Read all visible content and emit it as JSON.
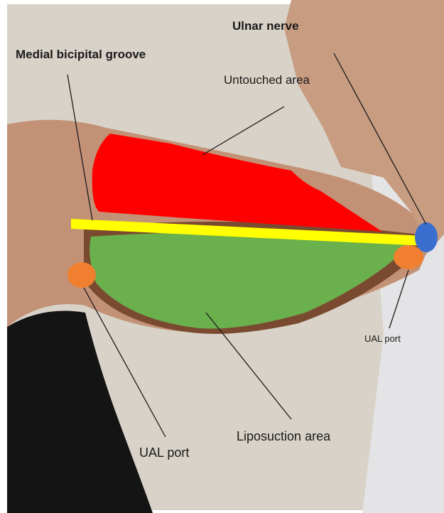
{
  "labels": {
    "ulnar_nerve": "Ulnar nerve",
    "medial_bicipital_groove": "Medial bicipital groove",
    "untouched_area": "Untouched area",
    "ual_port_right": "UAL port",
    "liposuction_area": "Liposuction area",
    "ual_port_left": "UAL port"
  },
  "colors": {
    "untouched_area": "#ff0000",
    "liposuction_area": "#6ab04c",
    "groove_line": "#ffff00",
    "ulnar_nerve": "#3a6fd0",
    "ual_port": "#f08030",
    "treatment_border": "#7a4a30"
  }
}
